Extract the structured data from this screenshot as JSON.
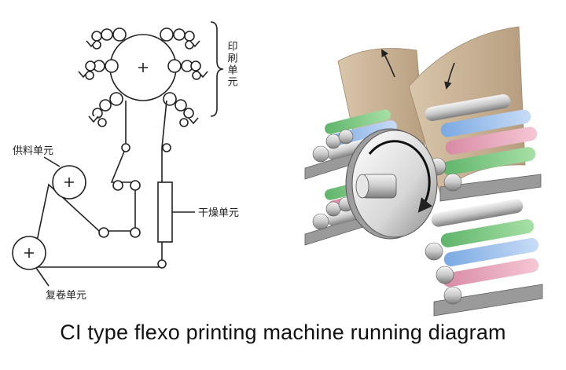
{
  "labels": {
    "printing_unit": "印刷单元",
    "feeding_unit": "供料单元",
    "drying_unit": "干燥单元",
    "rewinding_unit": "复卷单元"
  },
  "caption": "CI type flexo printing machine running diagram",
  "colors": {
    "line": "#222222",
    "web_paper": "#cdb79a",
    "drum": "#d9d9d9",
    "frame": "#8f8f8f",
    "green_roller": "#6fc07a",
    "blue_roller": "#8fb6e8",
    "pink_roller": "#e8a3b8"
  }
}
